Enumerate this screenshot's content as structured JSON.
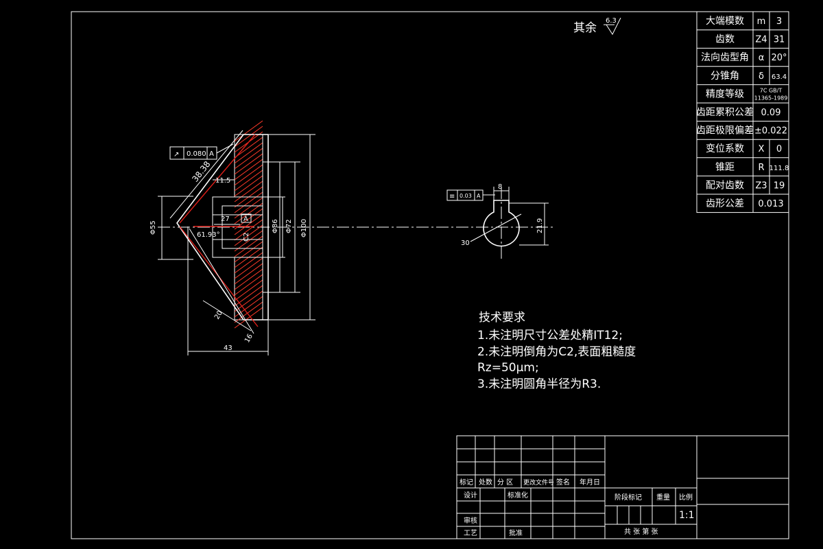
{
  "param_table": [
    {
      "name": "大端模数",
      "symbol": "m",
      "value": "3"
    },
    {
      "name": "齿数",
      "symbol": "Z4",
      "value": "31"
    },
    {
      "name": "法向齿型角",
      "symbol": "α",
      "value": "20°"
    },
    {
      "name": "分锥角",
      "symbol": "δ",
      "value": "63.4"
    },
    {
      "name": "精度等级",
      "symbol": "",
      "value": "7C GB/T 11365-1989"
    },
    {
      "name": "齿距累积公差",
      "symbol": "",
      "value": "0.09"
    },
    {
      "name": "齿距极限偏差",
      "symbol": "",
      "value": "±0.022"
    },
    {
      "name": "变位系数",
      "symbol": "X",
      "value": "0"
    },
    {
      "name": "锥距",
      "symbol": "R",
      "value": "111.8"
    },
    {
      "name": "配对齿数",
      "symbol": "Z3",
      "value": "19"
    },
    {
      "name": "齿形公差",
      "symbol": "",
      "value": "0.013"
    }
  ],
  "roughness_note": {
    "label": "其余",
    "value": "6.3"
  },
  "tech_requirements": {
    "title": "技术要求",
    "lines": [
      "1.未注明尺寸公差处精IT12;",
      "2.未注明倒角为C2,表面粗糙度",
      "Rz=50μm;",
      "3.未注明圆角半径为R3."
    ]
  },
  "dimensions": {
    "tol_frame_left": {
      "symbol": "↗",
      "value": "0.080",
      "datum": "A"
    },
    "tol_frame_right": {
      "symbol": "≡",
      "value": "0.03",
      "datum": "A"
    },
    "d_38_38": "38.38",
    "d_11_5": "11.5",
    "d_27": "27",
    "d_55": "Φ55",
    "d_61_93": "61.93°",
    "d_86": "Φ86",
    "d_72": "Φ72",
    "d_100": "Φ100",
    "d_a1": "A",
    "d_c2": "C2",
    "d_20a": "20",
    "d_43": "43",
    "d_16": "16",
    "d_8": "8",
    "d_21_9": "21.9",
    "d_30": "30",
    "d_c1": "Φ30"
  },
  "title_block": {
    "row_headers": [
      "标记",
      "处数",
      "分 区",
      "更改文件号",
      "签名",
      "年月日"
    ],
    "design": "设计",
    "standardize": "标准化",
    "review": "审核",
    "process": "工艺",
    "approve": "批准",
    "stage_mark": "阶段标记",
    "weight": "重量",
    "scale_label": "比例",
    "scale_value": "1:1",
    "sheets": "共  张   第  张"
  }
}
